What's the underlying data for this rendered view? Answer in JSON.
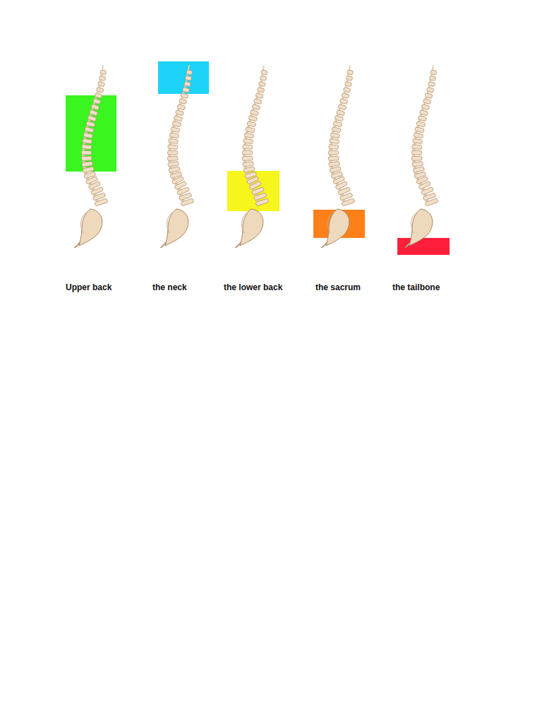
{
  "diagram": {
    "labels": [
      "Upper back",
      "the neck",
      "the lower back",
      "the sacrum",
      "the tailbone"
    ]
  }
}
